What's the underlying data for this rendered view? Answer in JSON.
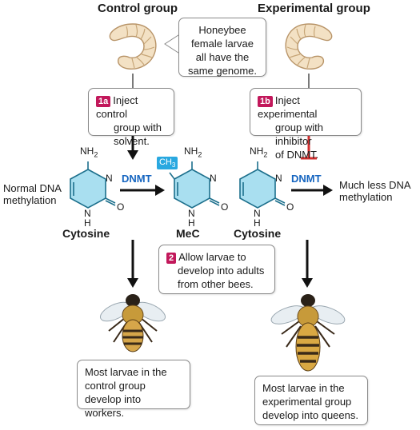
{
  "headings": {
    "control": "Control group",
    "experimental": "Experimental group"
  },
  "genome_note": [
    "Honeybee",
    "female larvae",
    "all have the",
    "same genome."
  ],
  "step_1a": {
    "badge": "1a",
    "lines": [
      "Inject control",
      "group with",
      "solvent."
    ]
  },
  "step_1b": {
    "badge": "1b",
    "lines": [
      "Inject experimental",
      "group with inhibitor",
      "of DNMT."
    ]
  },
  "step_2": {
    "badge": "2",
    "lines": [
      "Allow larvae to",
      "develop into adults",
      "from other bees."
    ]
  },
  "left_side": [
    "Normal DNA",
    "methylation"
  ],
  "right_side": [
    "Much less DNA",
    "methylation"
  ],
  "enzyme": {
    "left": "DNMT",
    "right": "DNMT"
  },
  "molecules": {
    "cytosine_left": "Cytosine",
    "mec": "MeC",
    "cytosine_right": "Cytosine",
    "nh2": "NH",
    "nh2_sub": "2",
    "n": "N",
    "nh": "N",
    "h": "H",
    "o": "O",
    "ch3": "CH",
    "ch3_sub": "3"
  },
  "outcome_control": [
    "Most larvae in the",
    "control group",
    "develop into workers."
  ],
  "outcome_experimental": [
    "Most larvae in the",
    "experimental group",
    "develop into queens."
  ],
  "colors": {
    "ring_fill": "#a9dff0",
    "ring_stroke": "#1c6f8c",
    "badge": "#c2185b",
    "inhibit": "#d32f2f",
    "ch3": "#29a8e0"
  }
}
